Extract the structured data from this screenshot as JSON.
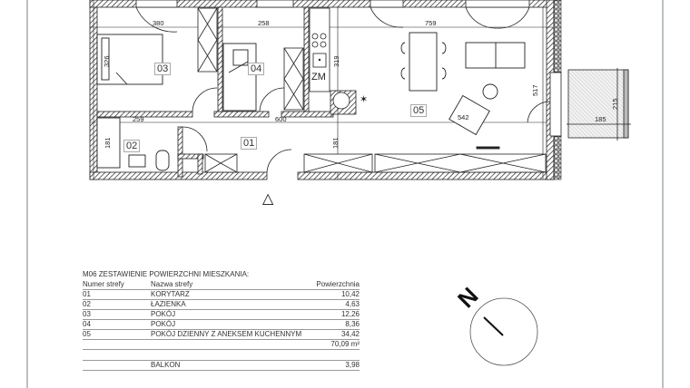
{
  "plan": {
    "unit_code": "M06",
    "rooms": [
      {
        "id": "01",
        "label": "01"
      },
      {
        "id": "02",
        "label": "02"
      },
      {
        "id": "03",
        "label": "03"
      },
      {
        "id": "04",
        "label": "04"
      },
      {
        "id": "05",
        "label": "05"
      }
    ],
    "dimensions": {
      "d380": "380",
      "d258": "258",
      "d759": "759",
      "d326": "326",
      "d319": "319",
      "d517": "517",
      "d259": "259",
      "d600": "600",
      "d542": "542",
      "d181a": "181",
      "d181b": "181",
      "d185": "185",
      "d215": "215"
    },
    "markers": {
      "zm": "ZM",
      "star": "✶",
      "entrance": "△"
    }
  },
  "area_table": {
    "title": "M06   ZESTAWIENIE POWIERZCHNI MIESZKANIA:",
    "headers": [
      "Numer strefy",
      "Nazwa strefy",
      "Powierzchnia"
    ],
    "rows": [
      {
        "num": "01",
        "name": "KORYTARZ",
        "area": "10,42"
      },
      {
        "num": "02",
        "name": "ŁAZIENKA",
        "area": "4,63"
      },
      {
        "num": "03",
        "name": "POKÓJ",
        "area": "12,26"
      },
      {
        "num": "04",
        "name": "POKÓJ",
        "area": "8,36"
      },
      {
        "num": "05",
        "name": "POKÓJ DZIENNY Z ANEKSEM KUCHENNYM",
        "area": "34,42"
      }
    ],
    "total": "70,09 m²",
    "balcony": {
      "name": "BALKON",
      "area": "3,98"
    }
  },
  "compass": {
    "label": "N"
  }
}
